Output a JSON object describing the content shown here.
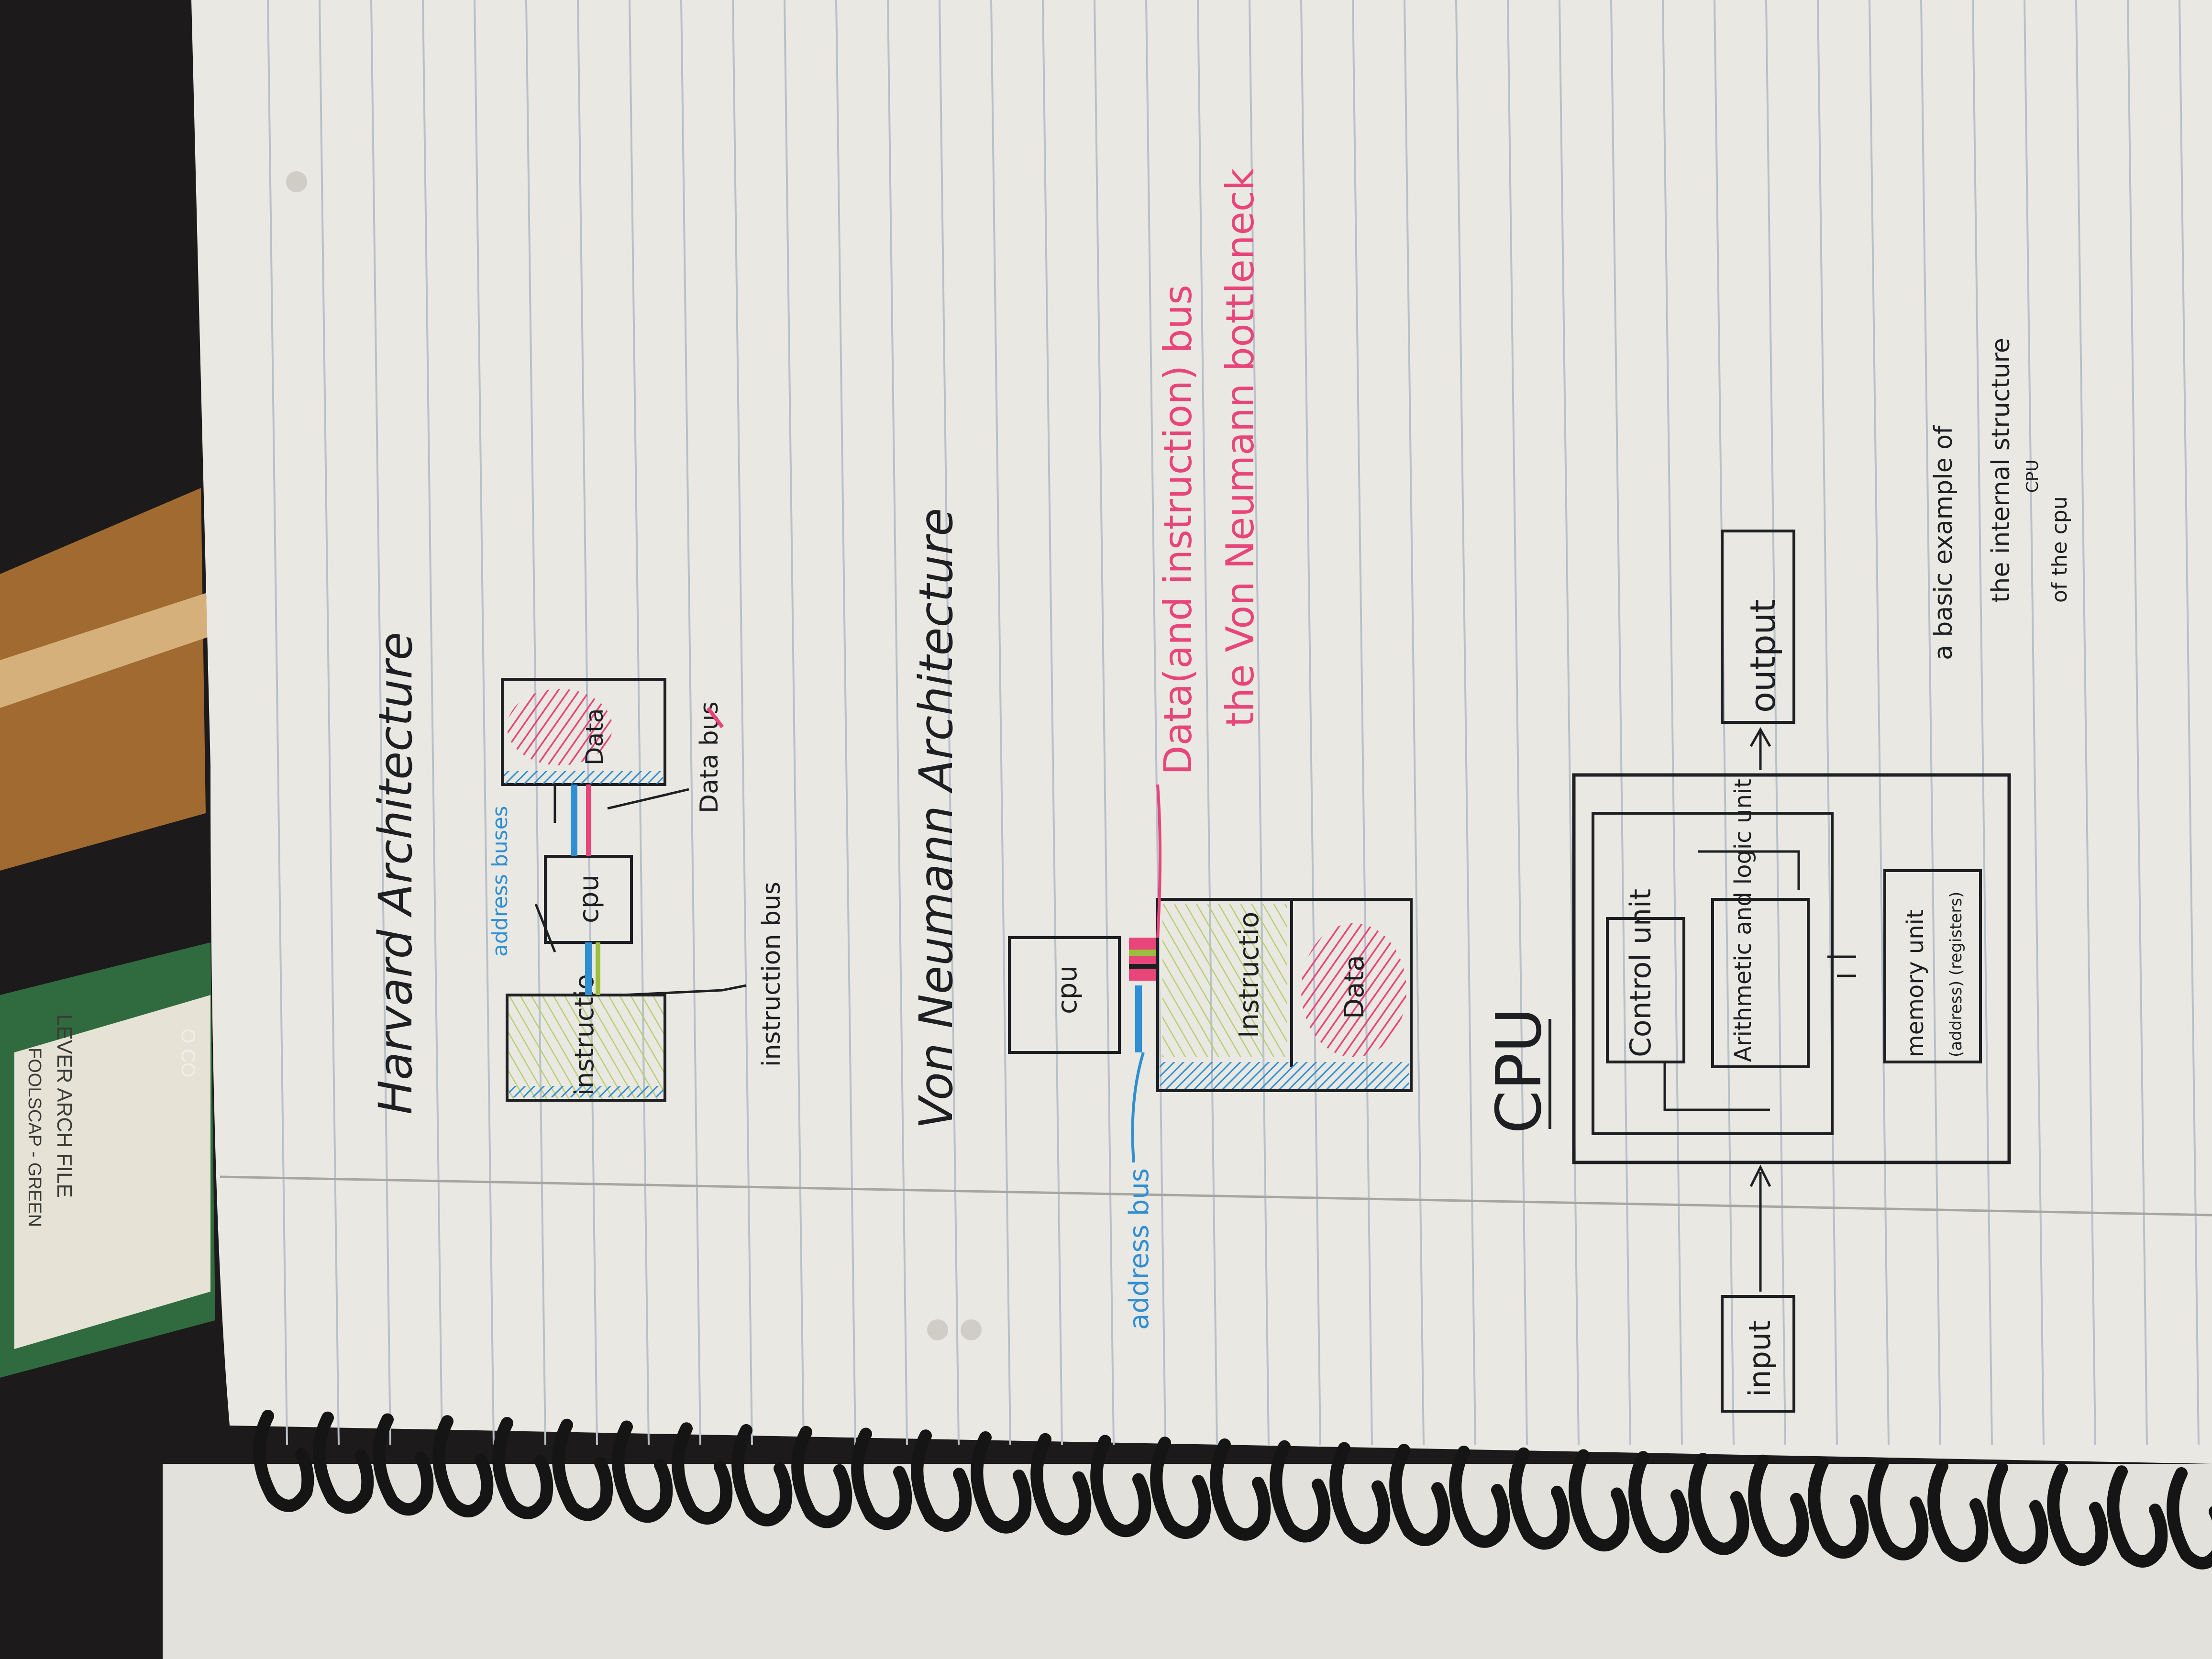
{
  "colors": {
    "paper": "#e9e8e2",
    "rule_line": "#b9c0c8",
    "margin_line": "#a7a6a0",
    "ink": "#1d1f22",
    "pink": "#e8457a",
    "blue": "#2f8fd2",
    "green": "#9bbf3c",
    "folder_green": "#2f6b3e",
    "desk": "#1c1a1a",
    "wood": "#b27a3a",
    "coil": "#151515"
  },
  "folder": {
    "tab_text": "O CO",
    "label_line1": "LEVER ARCH FILE",
    "label_line2": "FOOLSCAP - GREEN"
  },
  "notes": {
    "harvard": {
      "title": "Harvard Architecture",
      "instruction_label": "instructio",
      "cpu_label": "cpu",
      "data_label": "Data",
      "address_buses": "address buses",
      "data_bus": "Data bus",
      "instruction_bus": "instruction bus"
    },
    "von_neumann": {
      "title": "Von Neumann Architecture",
      "cpu_label": "cpu",
      "instruction_label": "Instructio",
      "data_label": "Data",
      "address_bus": "address bus",
      "data_instruction_bus": "Data(and instruction) bus",
      "bottleneck": "the Von Neumann bottleneck"
    },
    "cpu_diagram": {
      "title": "CPU",
      "control_unit": "Control unit",
      "alu": "Arithmetic and logic unit",
      "memory_unit": "memory unit",
      "memory_sub": "(address) (registers)",
      "input": "input",
      "output": "output",
      "caption_line1": "a basic example of",
      "caption_line2": "the internal structure",
      "caption_line3": "CPU",
      "caption_line4": "of the cpu"
    }
  }
}
